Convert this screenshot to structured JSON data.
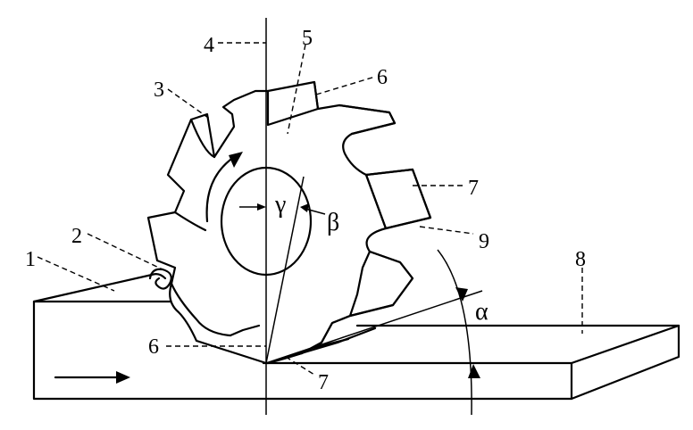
{
  "labels": {
    "l1": "1",
    "l2": "2",
    "l3": "3",
    "l4": "4",
    "l5": "5",
    "l6a": "6",
    "l6b": "6",
    "l7a": "7",
    "l7b": "7",
    "l8": "8",
    "l9": "9"
  },
  "symbols": {
    "gamma": "γ",
    "beta": "β",
    "alpha": "α"
  }
}
